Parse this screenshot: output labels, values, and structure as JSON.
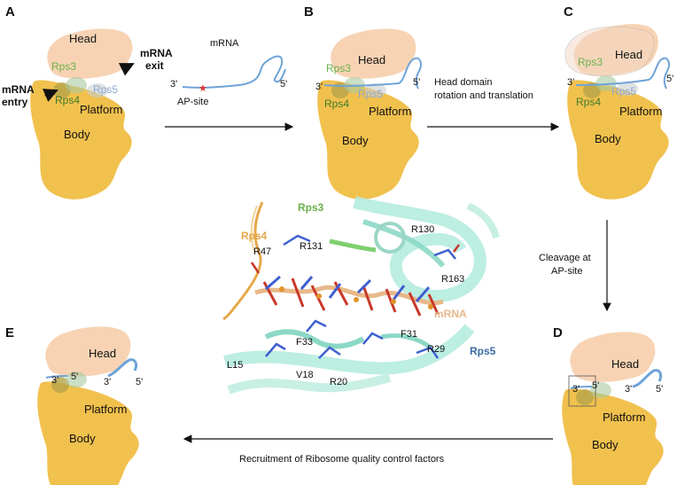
{
  "panels": {
    "A": "A",
    "B": "B",
    "C": "C",
    "D": "D",
    "E": "E"
  },
  "labels": {
    "head": "Head",
    "body": "Body",
    "platform": "Platform",
    "rps3": "Rps3",
    "rps4": "Rps4",
    "rps5": "Rps5",
    "mrna_entry_1": "mRNA",
    "mrna_entry_2": "entry",
    "mrna_exit_1": "mRNA",
    "mrna_exit_2": "exit",
    "mrna": "mRNA",
    "ap_site": "AP-site",
    "three_prime": "3'",
    "five_prime": "5'"
  },
  "steps": {
    "bc_1": "Head domain",
    "bc_2": "rotation and translation",
    "cd_1": "Cleavage at",
    "cd_2": "AP-site",
    "de": "Recruitment of Ribosome quality control factors"
  },
  "structure": {
    "rps3": "Rps3",
    "rps4": "Rps4",
    "rps5": "Rps5",
    "mrna": "mRNA",
    "residues": [
      "R47",
      "R131",
      "R130",
      "R163",
      "F33",
      "F31",
      "R29",
      "L15",
      "V18",
      "R20"
    ]
  },
  "colors": {
    "head": "#f6cfae",
    "body": "#f1c14e",
    "rps3": "#6bb24a",
    "rps4": "#c8a02b",
    "rps5": "#9fb4d3",
    "mrna_line": "#6fa3d8",
    "ap_star": "#d9342b",
    "protein_cyan": "#b6ecdf",
    "rps4_chain": "#e6a84a"
  }
}
